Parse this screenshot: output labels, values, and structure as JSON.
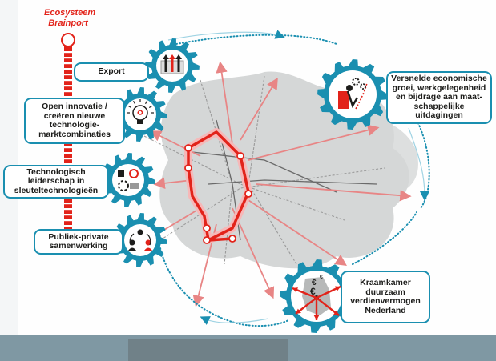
{
  "title": {
    "line1": "Ecosysteem",
    "line2": "Brainport"
  },
  "colors": {
    "brand_red": "#e2231a",
    "gear_blue": "#1a8fb0",
    "map_grey": "#c9cbcb"
  },
  "left_items": [
    {
      "label": "Export",
      "icon": "export-icon"
    },
    {
      "label": "Open innovatie / creëren nieuwe technologie-marktcombinaties",
      "icon": "lightbulb-icon"
    },
    {
      "label": "Technologisch leiderschap in sleuteltechnologieën",
      "icon": "technology-icon"
    },
    {
      "label": "Publiek-private samenwerking",
      "icon": "collaboration-icon"
    }
  ],
  "right_items": [
    {
      "label": "Versnelde economische groei, werkgelegenheid en bijdrage aan maat-schappelijke uitdagingen",
      "icon": "growth-icon"
    },
    {
      "label": "Kraamkamer duurzaam verdienvermogen Nederland",
      "icon": "euro-netherlands-icon"
    }
  ]
}
